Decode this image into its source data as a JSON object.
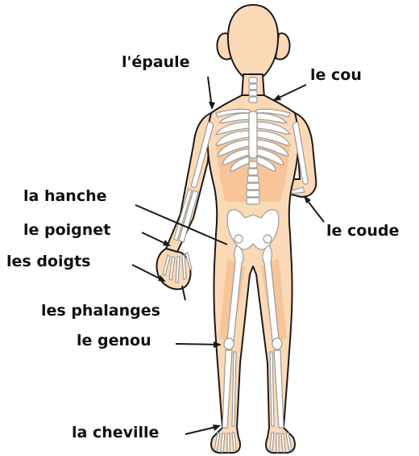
{
  "labels": {
    "shoulder": "l'épaule",
    "neck": "le cou",
    "hip": "la hanche",
    "elbow": "le coude",
    "wrist": "le poignet",
    "fingers": "les doigts",
    "phalanges": "les phalanges",
    "knee": "le genou",
    "ankle": "la cheville"
  },
  "colors": {
    "skin": "#fcd9b6",
    "skin_shade": "#f5bf92",
    "outline": "#1a1a1a",
    "bone": "#ffffff",
    "bone_outline": "#9a9a9a"
  }
}
